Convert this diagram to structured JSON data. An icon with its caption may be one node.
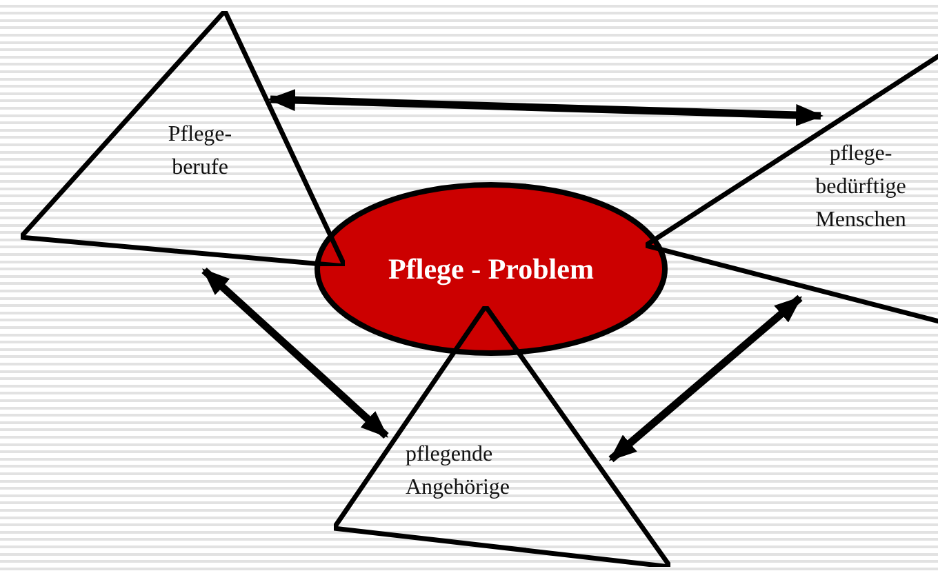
{
  "diagram": {
    "nodes": [
      {
        "text": [
          "Pflege- berufe"
        ]
      },
      {
        "text": [
          "pflege- bedürftige Menschen"
        ]
      },
      {
        "text": [
          "Pflege - Problem"
        ]
      },
      {
        "text": [
          "pflegende Angehörige"
        ]
      }
    ],
    "edges": [
      {
        "from": 0,
        "to": 1,
        "arrow": "both"
      },
      {
        "from": 0,
        "to": 3,
        "arrow": "both"
      },
      {
        "from": 1,
        "to": 3,
        "arrow": "both"
      }
    ]
  }
}
